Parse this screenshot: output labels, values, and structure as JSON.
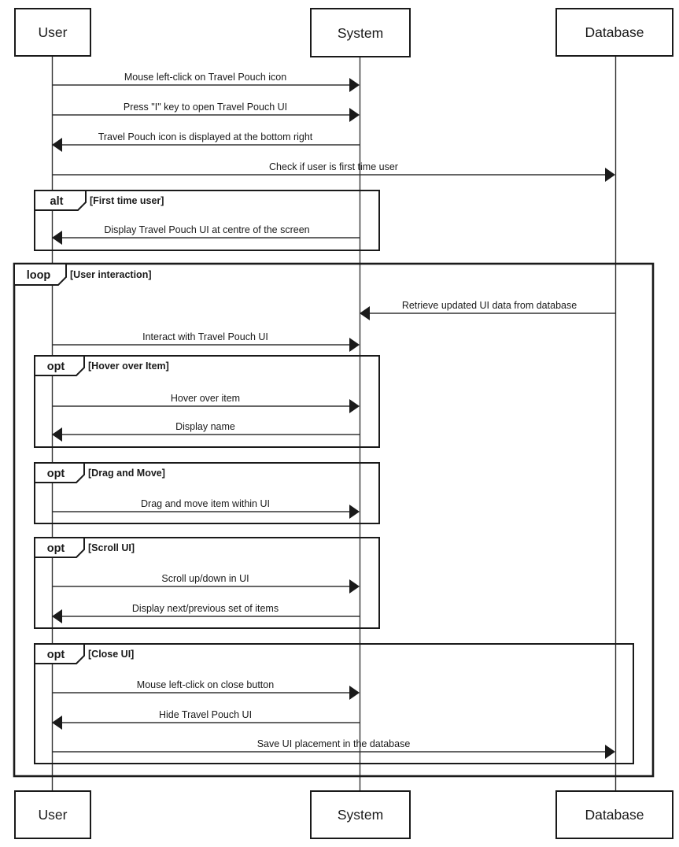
{
  "diagram": {
    "kind": "uml-sequence-diagram",
    "colors": {
      "stroke": "#1a1a1a",
      "background": "#ffffff"
    },
    "actors": [
      {
        "id": "user",
        "label": "User"
      },
      {
        "id": "system",
        "label": "System"
      },
      {
        "id": "database",
        "label": "Database"
      }
    ],
    "fragments": [
      {
        "operator": "alt",
        "guard": "[First time user]"
      },
      {
        "operator": "loop",
        "guard": "[User interaction]"
      },
      {
        "operator": "opt",
        "guard": "[Hover over Item]"
      },
      {
        "operator": "opt",
        "guard": "[Drag and Move]"
      },
      {
        "operator": "opt",
        "guard": "[Scroll UI]"
      },
      {
        "operator": "opt",
        "guard": "[Close UI]"
      }
    ],
    "messages": [
      {
        "label": "Mouse left-click on Travel Pouch icon",
        "from": "User",
        "to": "System"
      },
      {
        "label": "Press \"I\" key to open Travel Pouch UI",
        "from": "User",
        "to": "System"
      },
      {
        "label": "Travel Pouch icon is displayed at the bottom right",
        "from": "System",
        "to": "User"
      },
      {
        "label": "Check if user is first time user",
        "from": "User",
        "to": "Database"
      },
      {
        "label": "Display Travel Pouch UI at centre of the screen",
        "from": "System",
        "to": "User"
      },
      {
        "label": "Retrieve updated UI data from database",
        "from": "Database",
        "to": "System"
      },
      {
        "label": "Interact with Travel Pouch UI",
        "from": "User",
        "to": "System"
      },
      {
        "label": "Hover over item",
        "from": "User",
        "to": "System"
      },
      {
        "label": "Display name",
        "from": "System",
        "to": "User"
      },
      {
        "label": "Drag and move item within UI",
        "from": "User",
        "to": "System"
      },
      {
        "label": "Scroll up/down in UI",
        "from": "User",
        "to": "System"
      },
      {
        "label": "Display next/previous set of items",
        "from": "System",
        "to": "User"
      },
      {
        "label": "Mouse left-click on close button",
        "from": "User",
        "to": "System"
      },
      {
        "label": "Hide Travel Pouch UI",
        "from": "System",
        "to": "User"
      },
      {
        "label": "Save UI placement in the database",
        "from": "User",
        "to": "Database"
      }
    ]
  }
}
